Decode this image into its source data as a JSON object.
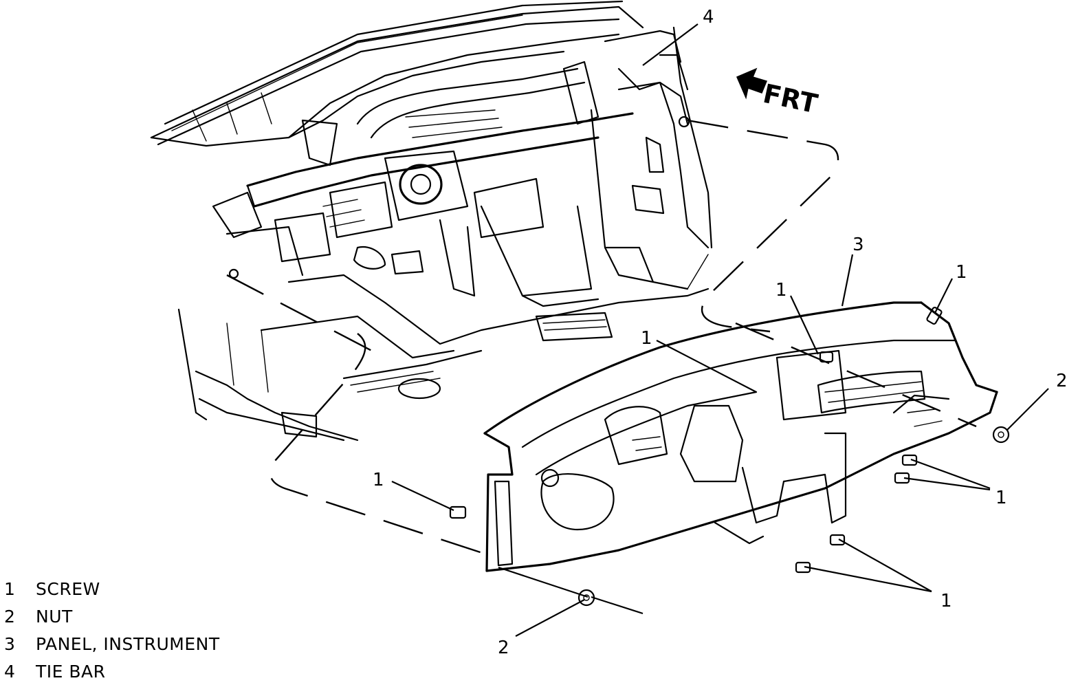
{
  "orientation": {
    "label": "FRT",
    "icon": "front-arrow-icon"
  },
  "callouts": [
    {
      "id": "tie-bar",
      "label": "4"
    },
    {
      "id": "panel",
      "label": "3"
    },
    {
      "id": "screw-top-right",
      "label": "1"
    },
    {
      "id": "screw-top-mid",
      "label": "1"
    },
    {
      "id": "screw-top-left",
      "label": "1"
    },
    {
      "id": "nut-right",
      "label": "2"
    },
    {
      "id": "screw-left",
      "label": "1"
    },
    {
      "id": "screw-right-pair",
      "label": "1"
    },
    {
      "id": "screw-bottom-pair",
      "label": "1"
    },
    {
      "id": "nut-bottom",
      "label": "2"
    }
  ],
  "legend": [
    {
      "num": "1",
      "text": "SCREW"
    },
    {
      "num": "2",
      "text": "NUT"
    },
    {
      "num": "3",
      "text": "PANEL, INSTRUMENT"
    },
    {
      "num": "4",
      "text": "TIE BAR"
    }
  ]
}
